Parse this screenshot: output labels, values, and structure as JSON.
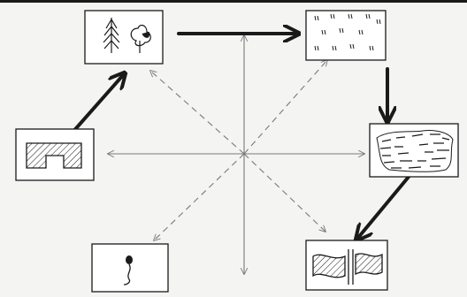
{
  "diagram": {
    "paper_color": "#f4f4f2",
    "ink_color": "#1a1a1a",
    "guide_color": "#7a7a7a",
    "panels": [
      {
        "id": "industry",
        "icon": "factory-roofline-icon"
      },
      {
        "id": "forest",
        "icon": "trees-icon"
      },
      {
        "id": "grassland",
        "icon": "grass-tufts-icon"
      },
      {
        "id": "marsh",
        "icon": "cracked-mud-icon"
      },
      {
        "id": "river",
        "icon": "river-flow-icon"
      },
      {
        "id": "sprout",
        "icon": "sprouting-seed-icon"
      }
    ],
    "sequence": [
      "industry",
      "forest",
      "grassland",
      "marsh",
      "river"
    ]
  }
}
